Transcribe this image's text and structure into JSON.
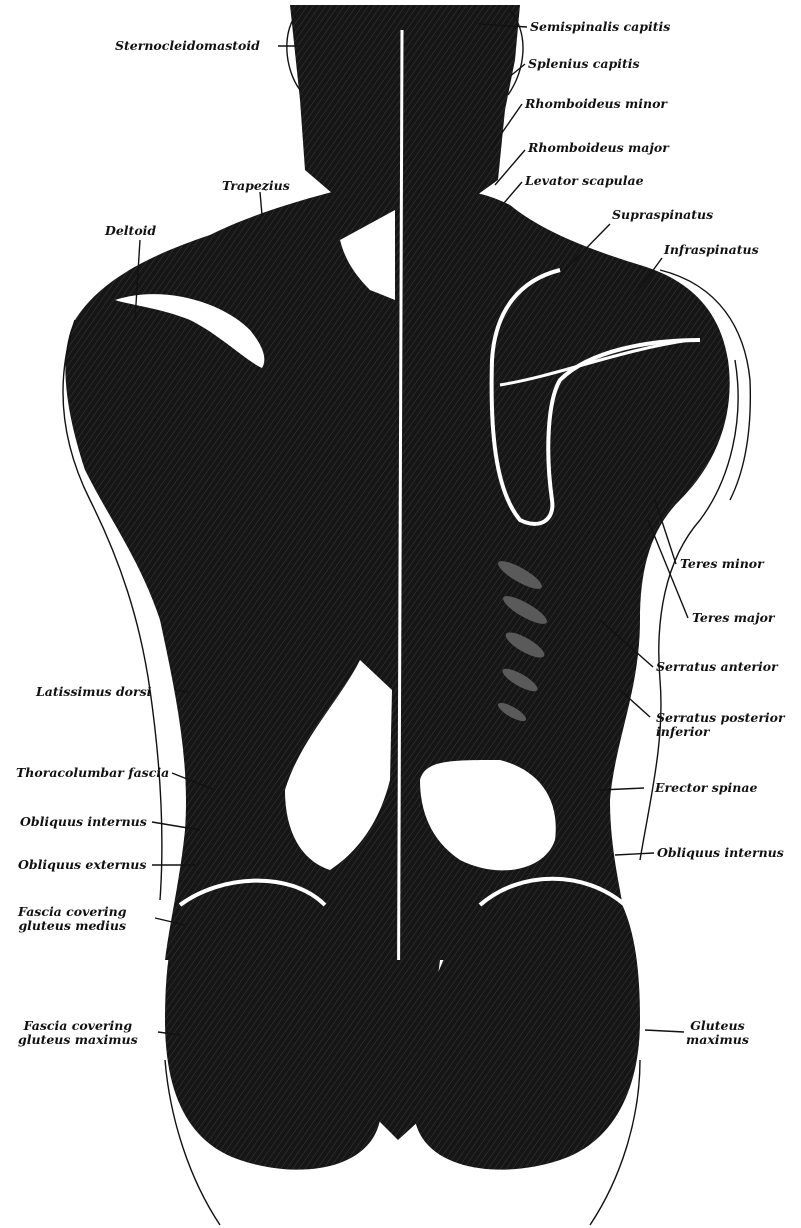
{
  "colors": {
    "muscle": "#161616",
    "fascia": "#ffffff",
    "paper": "#ffffff",
    "ink": "#111111"
  },
  "labels": {
    "sternocleidomastoid": "Sternocleidomastoid",
    "semispinalis_capitis": "Semispinalis capitis",
    "splenius_capitis": "Splenius capitis",
    "rhomboideus_minor": "Rhomboideus minor",
    "rhomboideus_major": "Rhomboideus major",
    "levator_scapulae": "Levator scapulae",
    "trapezius": "Trapezius",
    "supraspinatus": "Supraspinatus",
    "deltoid": "Deltoid",
    "infraspinatus": "Infraspinatus",
    "teres_minor": "Teres minor",
    "teres_major": "Teres major",
    "serratus_anterior": "Serratus anterior",
    "latissimus_dorsi": "Latissimus dorsi",
    "serratus_posterior_inferior": "Serratus posterior\ninferior",
    "thoracolumbar_fascia": "Thoracolumbar fascia",
    "erector_spinae": "Erector spinae",
    "obliquus_internus_left": "Obliquus internus",
    "obliquus_externus": "Obliquus externus",
    "obliquus_internus_right": "Obliquus internus",
    "fascia_gluteus_medius": "Fascia covering\ngluteus medius",
    "fascia_gluteus_maximus": "Fascia covering\ngluteus maximus",
    "gluteus_maximus": "Gluteus\nmaximus"
  }
}
